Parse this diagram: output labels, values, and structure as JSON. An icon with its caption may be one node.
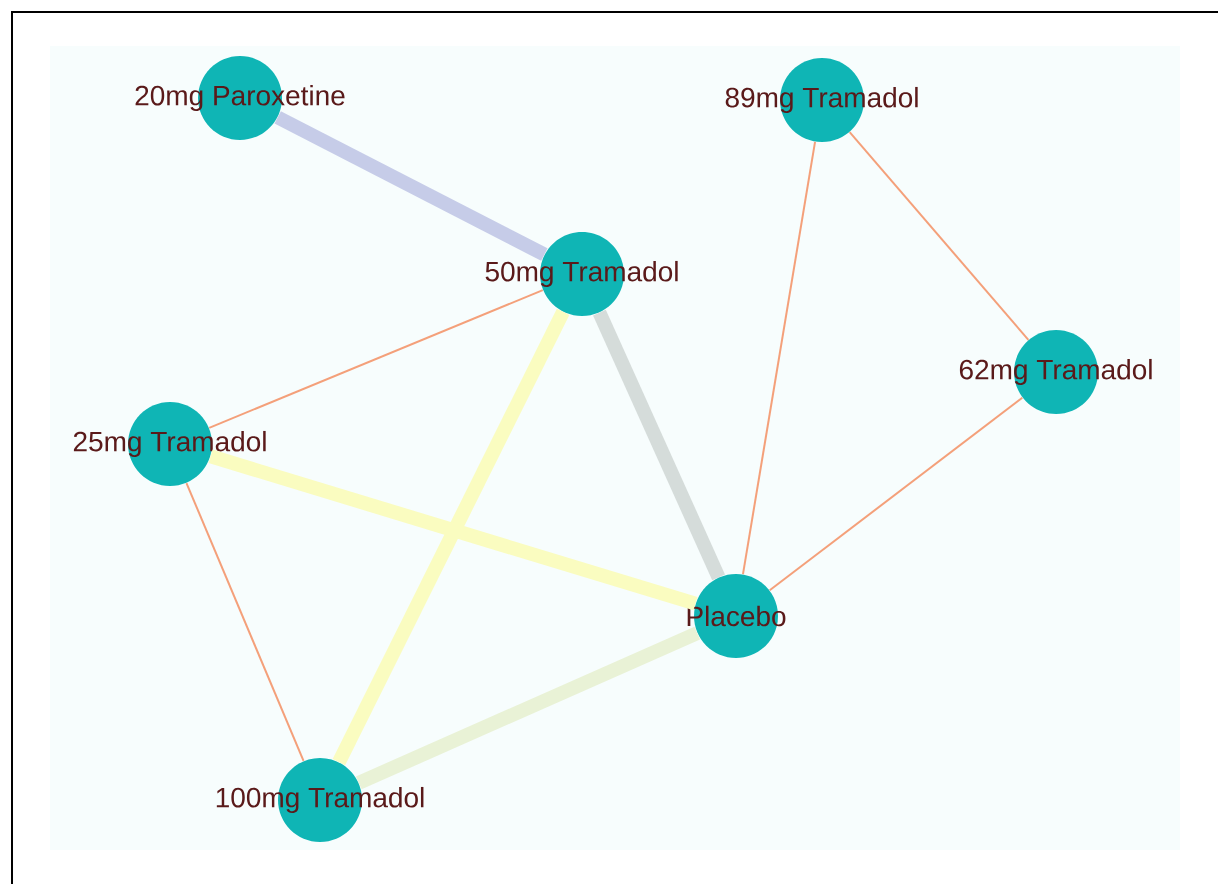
{
  "diagram": {
    "nodes": [
      {
        "text": [
          "20mg Paroxetine"
        ]
      },
      {
        "text": [
          "89mg Tramadol"
        ]
      },
      {
        "text": [
          "50mg Tramadol"
        ]
      },
      {
        "text": [
          "62mg Tramadol"
        ]
      },
      {
        "text": [
          "25mg Tramadol"
        ]
      },
      {
        "text": [
          "Placebo"
        ]
      },
      {
        "text": [
          "100mg Tramadol"
        ]
      }
    ],
    "edges": [
      {
        "from": 0,
        "to": 2,
        "arrow": "none",
        "style": "thick",
        "color": "#c6cce8"
      },
      {
        "from": 1,
        "to": 5,
        "arrow": "none"
      },
      {
        "from": 1,
        "to": 3,
        "arrow": "none"
      },
      {
        "from": 2,
        "to": 4,
        "arrow": "none"
      },
      {
        "from": 2,
        "to": 5,
        "arrow": "none",
        "style": "thick",
        "color": "#d5dcda"
      },
      {
        "from": 2,
        "to": 6,
        "arrow": "none",
        "style": "thick",
        "color": "#fafcc0"
      },
      {
        "from": 4,
        "to": 5,
        "arrow": "none",
        "style": "thick",
        "color": "#fafcc0"
      },
      {
        "from": 3,
        "to": 5,
        "arrow": "none"
      },
      {
        "from": 4,
        "to": 6,
        "arrow": "none"
      },
      {
        "from": 6,
        "to": 5,
        "arrow": "none",
        "style": "thick",
        "color": "#e9f2d6"
      }
    ]
  }
}
